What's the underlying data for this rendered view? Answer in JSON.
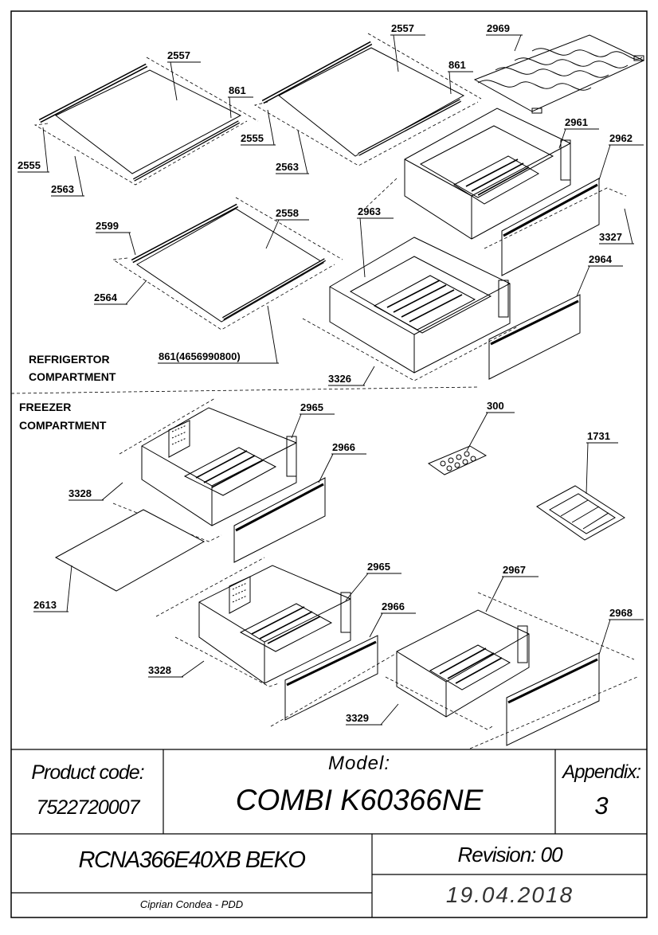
{
  "parts": {
    "p2557a": "2557",
    "p861a": "861",
    "p2555a": "2555",
    "p2563a": "2563",
    "p2557b": "2557",
    "p861b": "861",
    "p2555b": "2555",
    "p2563b": "2563",
    "p2969": "2969",
    "p2961": "2961",
    "p2962": "2962",
    "p2599": "2599",
    "p2558": "2558",
    "p2564": "2564",
    "p861c": "861(4656990800)",
    "p2963": "2963",
    "p3327": "3327",
    "p2964": "2964",
    "p3326": "3326",
    "p2965a": "2965",
    "p2966a": "2966",
    "p3328a": "3328",
    "p300": "300",
    "p1731": "1731",
    "p2613": "2613",
    "p2965b": "2965",
    "p2966b": "2966",
    "p2967": "2967",
    "p2968": "2968",
    "p3328b": "3328",
    "p3329": "3329"
  },
  "sections": {
    "refrigerator_line1": "REFRIGERTOR",
    "refrigerator_line2": "COMPARTMENT",
    "freezer_line1": "FREEZER",
    "freezer_line2": "COMPARTMENT"
  },
  "title_block": {
    "product_code_label": "Product code:",
    "product_code": "7522720007",
    "model_label": "Model:",
    "model": "COMBI K60366NE",
    "appendix_label": "Appendix:",
    "appendix": "3",
    "product_name": "RCNA366E40XB BEKO",
    "revision": "Revision: 00",
    "author": "Ciprian Condea - PDD",
    "date": "19.04.2018"
  }
}
